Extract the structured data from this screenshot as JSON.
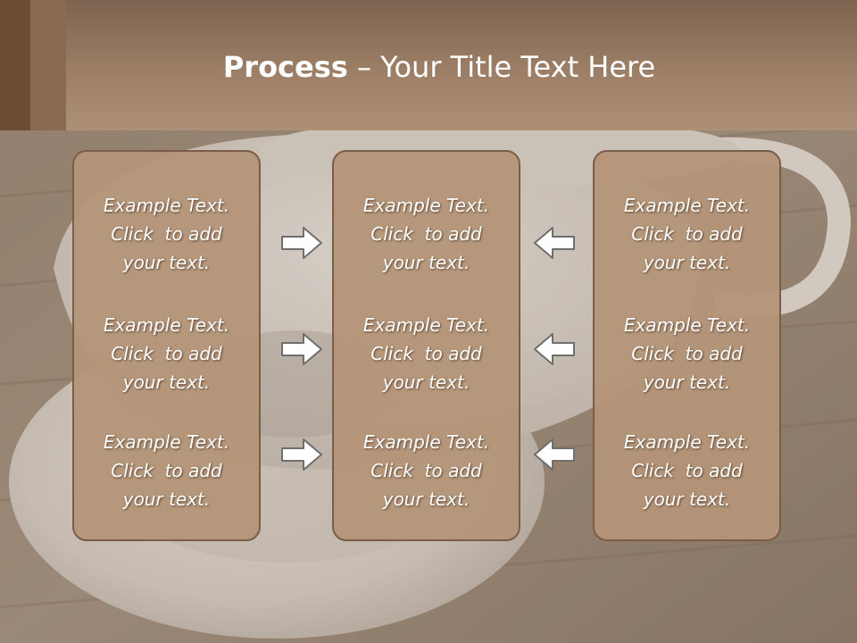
{
  "slide": {
    "title_bold": "Process",
    "title_rest": " – Your Title Text Here"
  },
  "columns": [
    {
      "items": [
        {
          "line1": "Example Text.",
          "line2": "Click  to add",
          "line3": "your text."
        },
        {
          "line1": "Example Text.",
          "line2": "Click  to add",
          "line3": "your text."
        },
        {
          "line1": "Example Text.",
          "line2": "Click  to add",
          "line3": "your text."
        }
      ]
    },
    {
      "items": [
        {
          "line1": "Example Text.",
          "line2": "Click  to add",
          "line3": "your text."
        },
        {
          "line1": "Example Text.",
          "line2": "Click  to add",
          "line3": "your text."
        },
        {
          "line1": "Example Text.",
          "line2": "Click  to add",
          "line3": "your text."
        }
      ]
    },
    {
      "items": [
        {
          "line1": "Example Text.",
          "line2": "Click  to add",
          "line3": "your text."
        },
        {
          "line1": "Example Text.",
          "line2": "Click  to add",
          "line3": "your text."
        },
        {
          "line1": "Example Text.",
          "line2": "Click  to add",
          "line3": "your text."
        }
      ]
    }
  ],
  "icons": {
    "left_arrows": "arrow-right-icon",
    "right_arrows": "arrow-left-icon"
  },
  "colors": {
    "header": "#9c7f66",
    "box_fill": "#b49578",
    "box_border": "#7a5d48",
    "arrow_fill": "#ffffff",
    "arrow_stroke": "#6e6e6e"
  }
}
